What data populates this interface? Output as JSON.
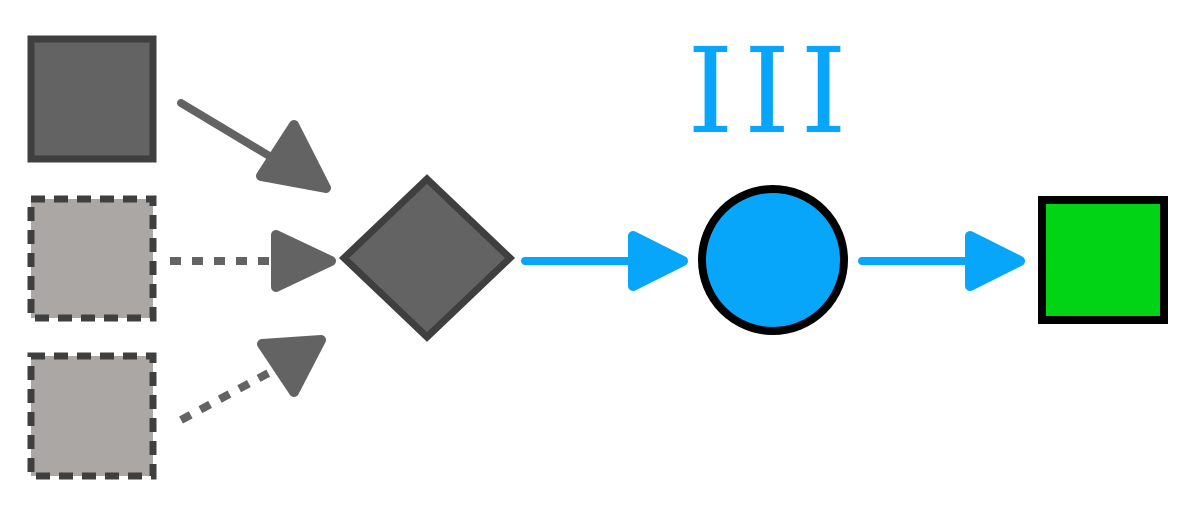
{
  "diagram": {
    "stage_label": "III",
    "nodes": [
      {
        "id": "input-1",
        "shape": "square",
        "style": "solid",
        "fill": "#636363",
        "stroke": "#3f3f3f"
      },
      {
        "id": "input-2",
        "shape": "square",
        "style": "dashed",
        "fill": "#aaa7a4",
        "stroke": "#3f3f3f"
      },
      {
        "id": "input-3",
        "shape": "square",
        "style": "dashed",
        "fill": "#aaa7a4",
        "stroke": "#3f3f3f"
      },
      {
        "id": "merge",
        "shape": "diamond",
        "fill": "#636363",
        "stroke": "#3f3f3f"
      },
      {
        "id": "process",
        "shape": "circle",
        "fill": "#07a6fb",
        "stroke": "#000000"
      },
      {
        "id": "output",
        "shape": "square",
        "fill": "#00d414",
        "stroke": "#000000"
      }
    ],
    "edges": [
      {
        "from": "input-1",
        "to": "merge",
        "style": "solid",
        "color": "#636363"
      },
      {
        "from": "input-2",
        "to": "merge",
        "style": "dotted",
        "color": "#636363"
      },
      {
        "from": "input-3",
        "to": "merge",
        "style": "dotted",
        "color": "#636363"
      },
      {
        "from": "merge",
        "to": "process",
        "style": "solid",
        "color": "#07a6fb"
      },
      {
        "from": "process",
        "to": "output",
        "style": "solid",
        "color": "#07a6fb"
      }
    ],
    "colors": {
      "gray_dark": "#636363",
      "gray_light": "#aaa7a4",
      "stroke_dark": "#3f3f3f",
      "accent_blue": "#07a6fb",
      "output_green": "#00d414"
    }
  }
}
